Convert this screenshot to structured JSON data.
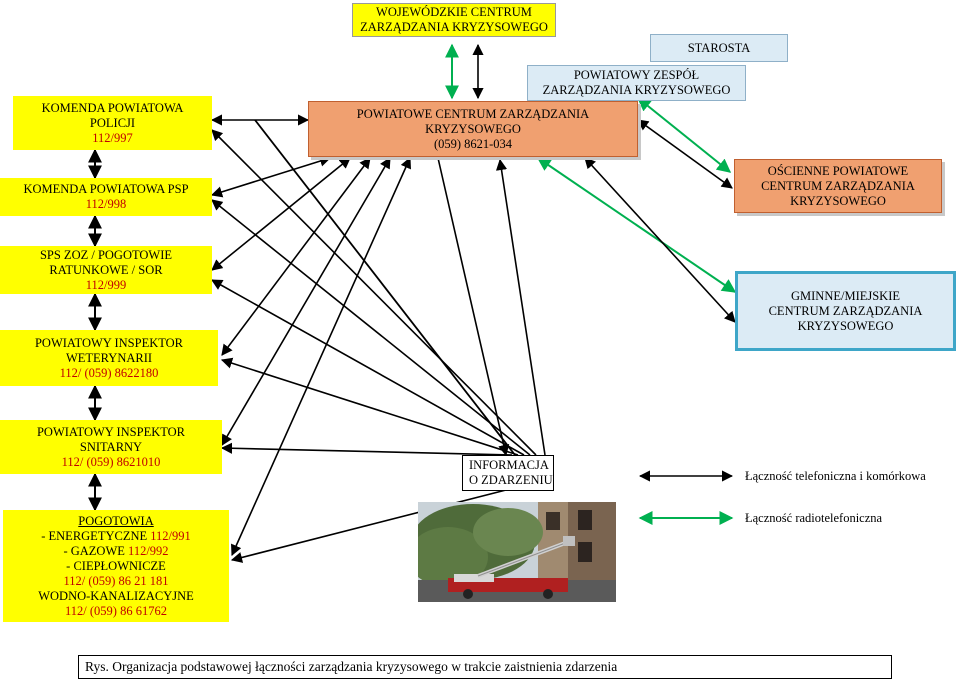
{
  "wczk": {
    "line1": "WOJEWÓDZKIE CENTRUM",
    "line2": "ZARZĄDZANIA KRYZYSOWEGO"
  },
  "starosta": "STAROSTA",
  "pzzk": {
    "line1": "POWIATOWY ZESPÓŁ",
    "line2": "ZARZĄDZANIA KRYZYSOWEGO"
  },
  "pczk": {
    "line1": "POWIATOWE CENTRUM ZARZĄDZANIA",
    "line2": "KRYZYSOWEGO",
    "phone": "(059) 8621-034"
  },
  "osciennie": {
    "line1": "OŚCIENNE POWIATOWE",
    "line2": "CENTRUM ZARZĄDZANIA",
    "line3": "KRYZYSOWEGO"
  },
  "gminne": {
    "line1": "GMINNE/MIEJSKIE",
    "line2": "CENTRUM ZARZĄDZANIA",
    "line3": "KRYZYSOWEGO"
  },
  "left_units": [
    {
      "lines": [
        "KOMENDA POWIATOWA",
        "POLICJI"
      ],
      "phone": "112/997"
    },
    {
      "lines": [
        "KOMENDA POWIATOWA PSP"
      ],
      "phone": "112/998"
    },
    {
      "lines": [
        "SPS ZOZ / POGOTOWIE",
        "RATUNKOWE / SOR"
      ],
      "phone": "112/999"
    },
    {
      "lines": [
        "POWIATOWY INSPEKTOR",
        "WETERYNARII"
      ],
      "phone": "112/ (059) 8622180"
    },
    {
      "lines": [
        "POWIATOWY INSPEKTOR",
        "SNITARNY"
      ],
      "phone": "112/ (059) 8621010"
    }
  ],
  "pogotowia": {
    "title": "POGOTOWIA",
    "energ_label": "- ENERGETYCZNE ",
    "energ_phone": "112/991",
    "gaz_label": "- GAZOWE ",
    "gaz_phone": "112/992",
    "ciepl_label": "- CIEPŁOWNICZE",
    "ciepl_phone": "112/ (059) 86 21 181",
    "wodno_label": "WODNO-KANALIZACYJNE",
    "wodno_phone": "112/ (059) 86 61762"
  },
  "informacja": {
    "line1": "INFORMACJA",
    "line2": "O ZDARZENIU"
  },
  "legend": {
    "phone": "Łączność telefoniczna i komórkowa",
    "radio": "Łączność radiotelefoniczna",
    "phone_color": "#000000",
    "radio_color": "#00b050"
  },
  "caption": "Rys. Organizacja podstawowej łączności zarządzania kryzysowego w trakcie zaistnienia zdarzenia",
  "colors": {
    "yellow": "#ffff00",
    "red_text": "#c00000",
    "orange": "#f0a070",
    "teal_border": "#3ea6c8"
  }
}
